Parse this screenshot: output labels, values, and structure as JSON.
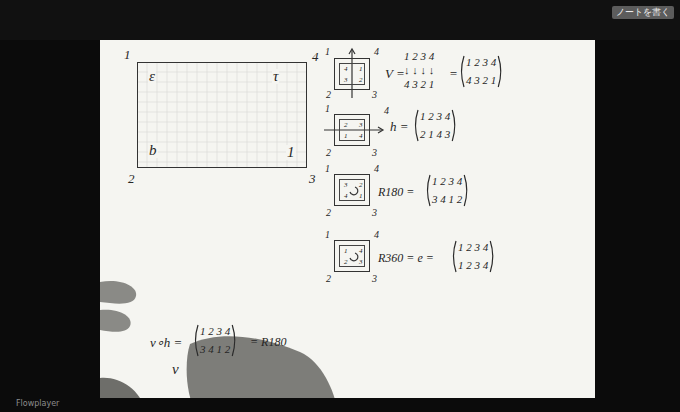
{
  "diagram": {
    "nodes": [
      {
        "text": [
          "ε",
          "τ",
          "b",
          "1"
        ]
      },
      {
        "text": [
          "4",
          "1",
          "3",
          "2"
        ]
      },
      {
        "text": [
          "2",
          "3",
          "1",
          "4"
        ]
      },
      {
        "text": [
          "3",
          "2",
          "4",
          "1"
        ]
      },
      {
        "text": [
          "1",
          "4",
          "2",
          "3"
        ]
      }
    ],
    "labels": [
      "ノートを書く",
      "1",
      "4",
      "2",
      "3",
      "1",
      "4",
      "2",
      "3",
      "V =",
      "1 2 3 4",
      "↓ ↓ ↓ ↓",
      "4 3 2 1",
      "=",
      "1 2 3 4",
      "4 3 2 1",
      "1",
      "4",
      "2",
      "3",
      "h =",
      "1 2 3 4",
      "2 1 4 3",
      "1",
      "4",
      "2",
      "3",
      "R180 =",
      "1 2 3 4",
      "3 4 1 2",
      "1",
      "4",
      "2",
      "3",
      "R360 = e =",
      "1 2 3 4",
      "1 2 3 4",
      "v∘h =",
      "1 2 3 4",
      "3 4 1 2",
      "= R180",
      "v",
      "Flowplayer"
    ]
  }
}
